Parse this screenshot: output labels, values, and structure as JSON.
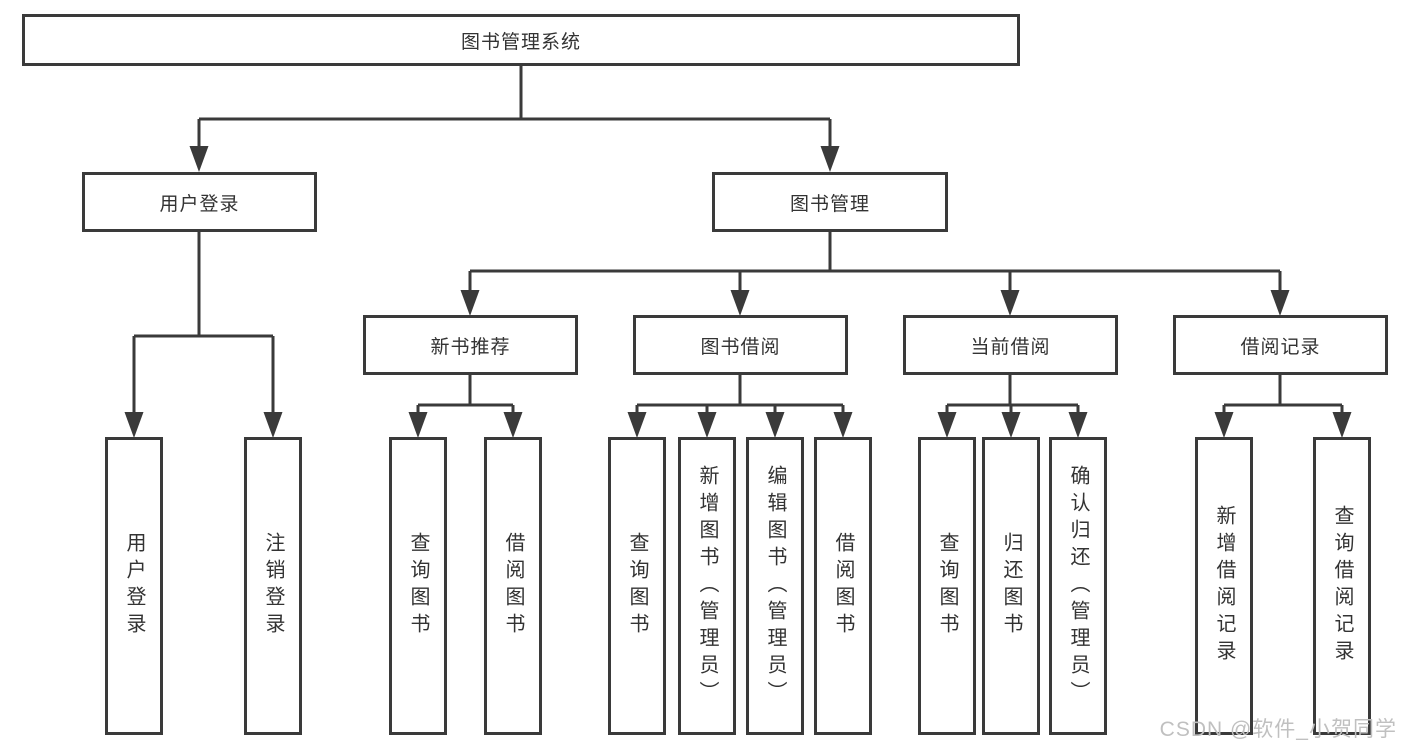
{
  "diagram": {
    "root_label": "图书管理系统",
    "level2": [
      "用户登录",
      "图书管理"
    ],
    "level3": [
      "新书推荐",
      "图书借阅",
      "当前借阅",
      "借阅记录"
    ],
    "leaves_user_login": [
      "用户登录",
      "注销登录"
    ],
    "leaves_new_book": [
      "查询图书",
      "借阅图书"
    ],
    "leaves_book_borrow": [
      "查询图书",
      "新增图书（管理员）",
      "编辑图书（管理员）",
      "借阅图书"
    ],
    "leaves_current_borrow": [
      "查询图书",
      "归还图书",
      "确认归还（管理员）"
    ],
    "leaves_borrow_record": [
      "新增借阅记录",
      "查询借阅记录"
    ]
  },
  "watermark": "CSDN @软件_小贺同学",
  "colors": {
    "line": "#3a3a3a",
    "text": "#333333",
    "watermark": "#c0c0c0",
    "background": "#ffffff"
  }
}
